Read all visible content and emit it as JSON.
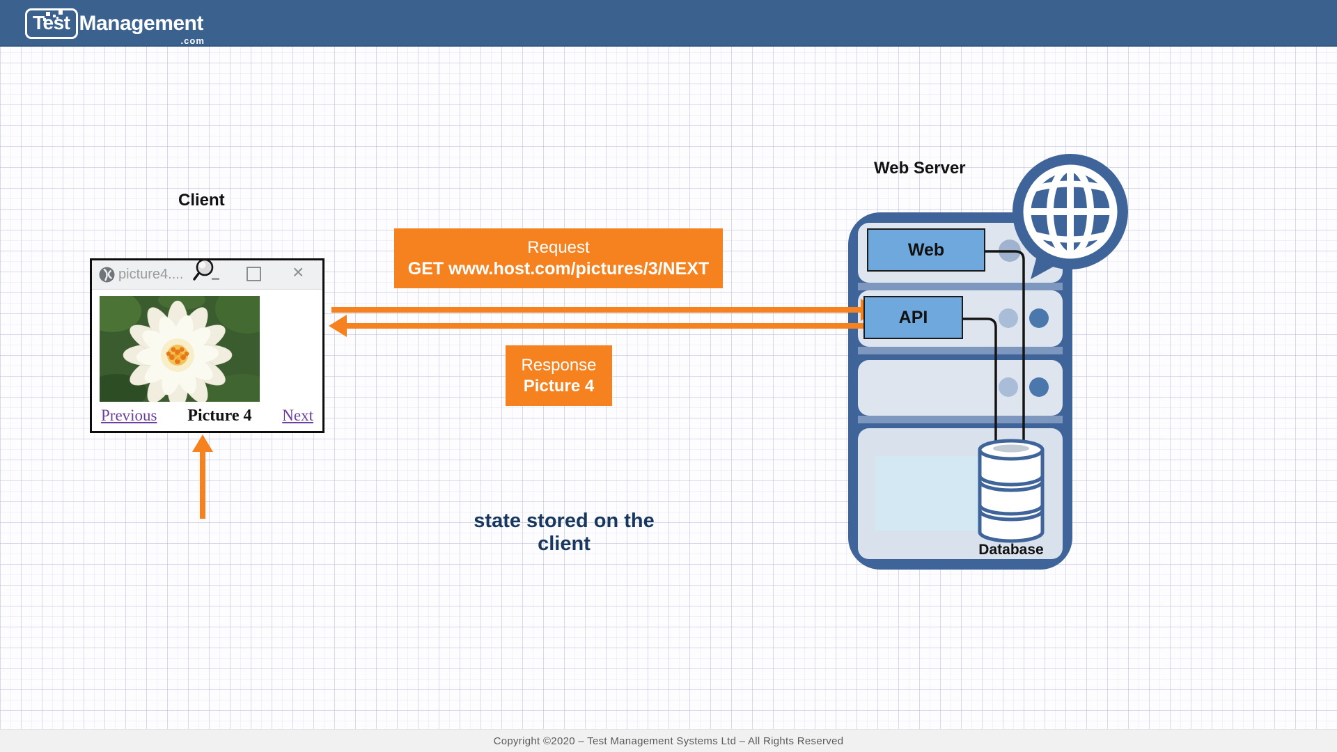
{
  "header": {
    "logo_test": "Test",
    "logo_management": "Management",
    "logo_suffix": ".com"
  },
  "client": {
    "label": "Client",
    "window": {
      "title": "picture4....",
      "previous_link": "Previous",
      "caption": "Picture 4",
      "next_link": "Next",
      "close_glyph": "×"
    }
  },
  "flow": {
    "request_title": "Request",
    "request_body": "GET www.host.com/pictures/3/NEXT",
    "response_title": "Response",
    "response_body": "Picture 4",
    "note": "state stored on the client"
  },
  "server": {
    "label": "Web Server",
    "web_box": "Web",
    "api_box": "API",
    "database_label": "Database"
  },
  "footer": {
    "copyright": "Copyright ©2020 – Test Management Systems Ltd – All Rights Reserved"
  },
  "colors": {
    "accent_orange": "#F5821F",
    "rack_blue": "#3E6499",
    "component_blue": "#6FA8DC",
    "note_navy": "#17375E",
    "header_blue": "#3B618F"
  }
}
